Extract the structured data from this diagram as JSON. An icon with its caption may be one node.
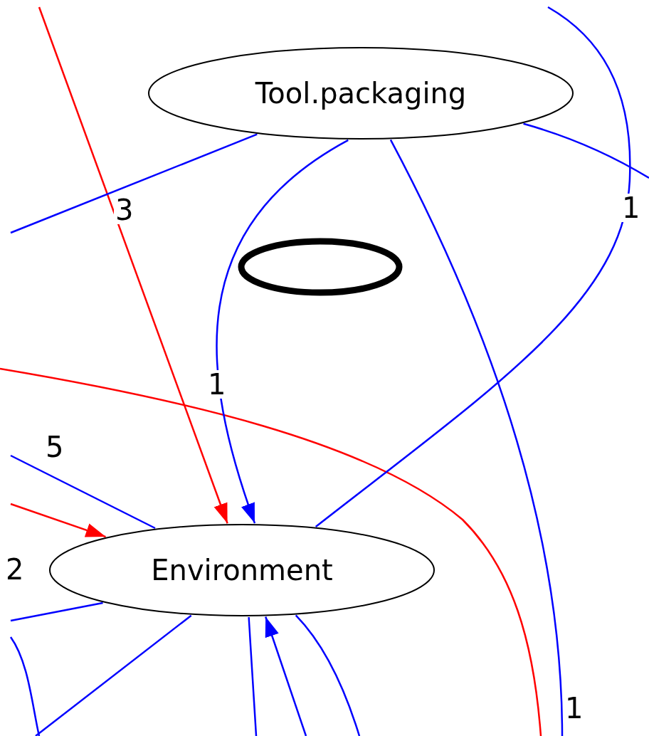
{
  "diagram": {
    "nodes": [
      {
        "text": [
          "Tool.packaging"
        ]
      },
      {
        "text": [],
        "shape": "ellipse"
      },
      {
        "text": [
          "Environment"
        ]
      }
    ],
    "edges": [
      {
        "from": null,
        "to": 2,
        "arrow": "to",
        "label": "3",
        "color": "#ff0000"
      },
      {
        "from": null,
        "to": 2,
        "arrow": "to",
        "label": "2",
        "color": "#ff0000"
      },
      {
        "from": null,
        "to": 2,
        "arrow": "to"
      },
      {
        "from": 0,
        "to": null,
        "arrow": "none"
      },
      {
        "from": 0,
        "to": 2,
        "arrow": "to",
        "label": "1"
      },
      {
        "from": 0,
        "to": null,
        "arrow": "none",
        "label": "1"
      },
      {
        "from": 0,
        "to": null,
        "arrow": "none"
      },
      {
        "from": 2,
        "to": null,
        "arrow": "none",
        "label": "5"
      },
      {
        "from": 2,
        "to": null,
        "arrow": "none",
        "label": "1"
      },
      {
        "from": 2,
        "to": null,
        "arrow": "none"
      },
      {
        "from": 2,
        "to": null,
        "arrow": "none"
      },
      {
        "from": 2,
        "to": null,
        "arrow": "none"
      },
      {
        "from": 2,
        "to": null,
        "arrow": "none"
      }
    ]
  }
}
